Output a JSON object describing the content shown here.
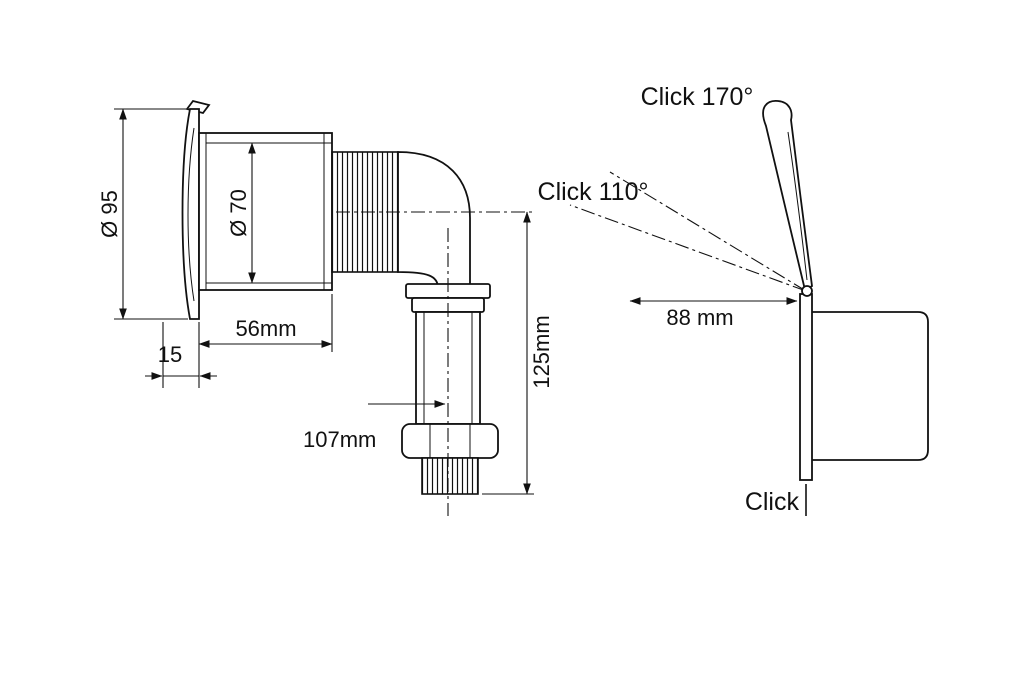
{
  "colors": {
    "line": "#111111",
    "background": "#ffffff"
  },
  "left_view": {
    "dia_outer_label": "Ø 95",
    "dia_body_label": "Ø 70",
    "body_length_label": "56mm",
    "flange_offset_label": "15",
    "depth_label": "107mm",
    "height_label": "125mm"
  },
  "right_view": {
    "open_max_label": "Click 170°",
    "open_mid_label": "Click 110°",
    "projection_label": "88 mm",
    "click_label": "Click"
  }
}
